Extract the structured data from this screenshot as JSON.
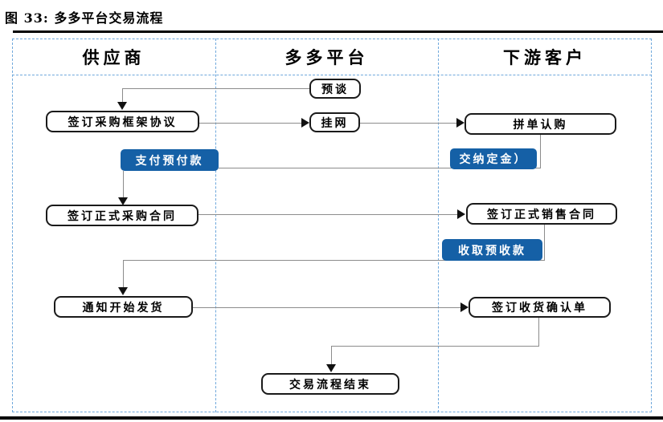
{
  "title": "图 33: 多多平台交易流程",
  "lanes": {
    "supplier": "供应商",
    "platform": "多多平台",
    "customer": "下游客户"
  },
  "nodes": {
    "pre_talk": "预谈",
    "sign_framework_agreement": "签订采购框架协议",
    "list_online": "挂网",
    "group_order_purchase": "拼单认购",
    "pay_advance_payment": "支付预付款",
    "pay_deposit": "交纳定金）",
    "sign_formal_purchase_contract": "签订正式采购合同",
    "sign_formal_sales_contract": "签订正式销售合同",
    "collect_advance_receipt": "收取预收款",
    "notify_start_shipping": "通知开始发货",
    "sign_receipt_confirmation": "签订收货确认单",
    "process_end": "交易流程结束"
  },
  "colors": {
    "highlight_blue": "#1560A6",
    "lane_border_blue": "#6FA8DC",
    "connector_gray": "#8C8C8C"
  }
}
